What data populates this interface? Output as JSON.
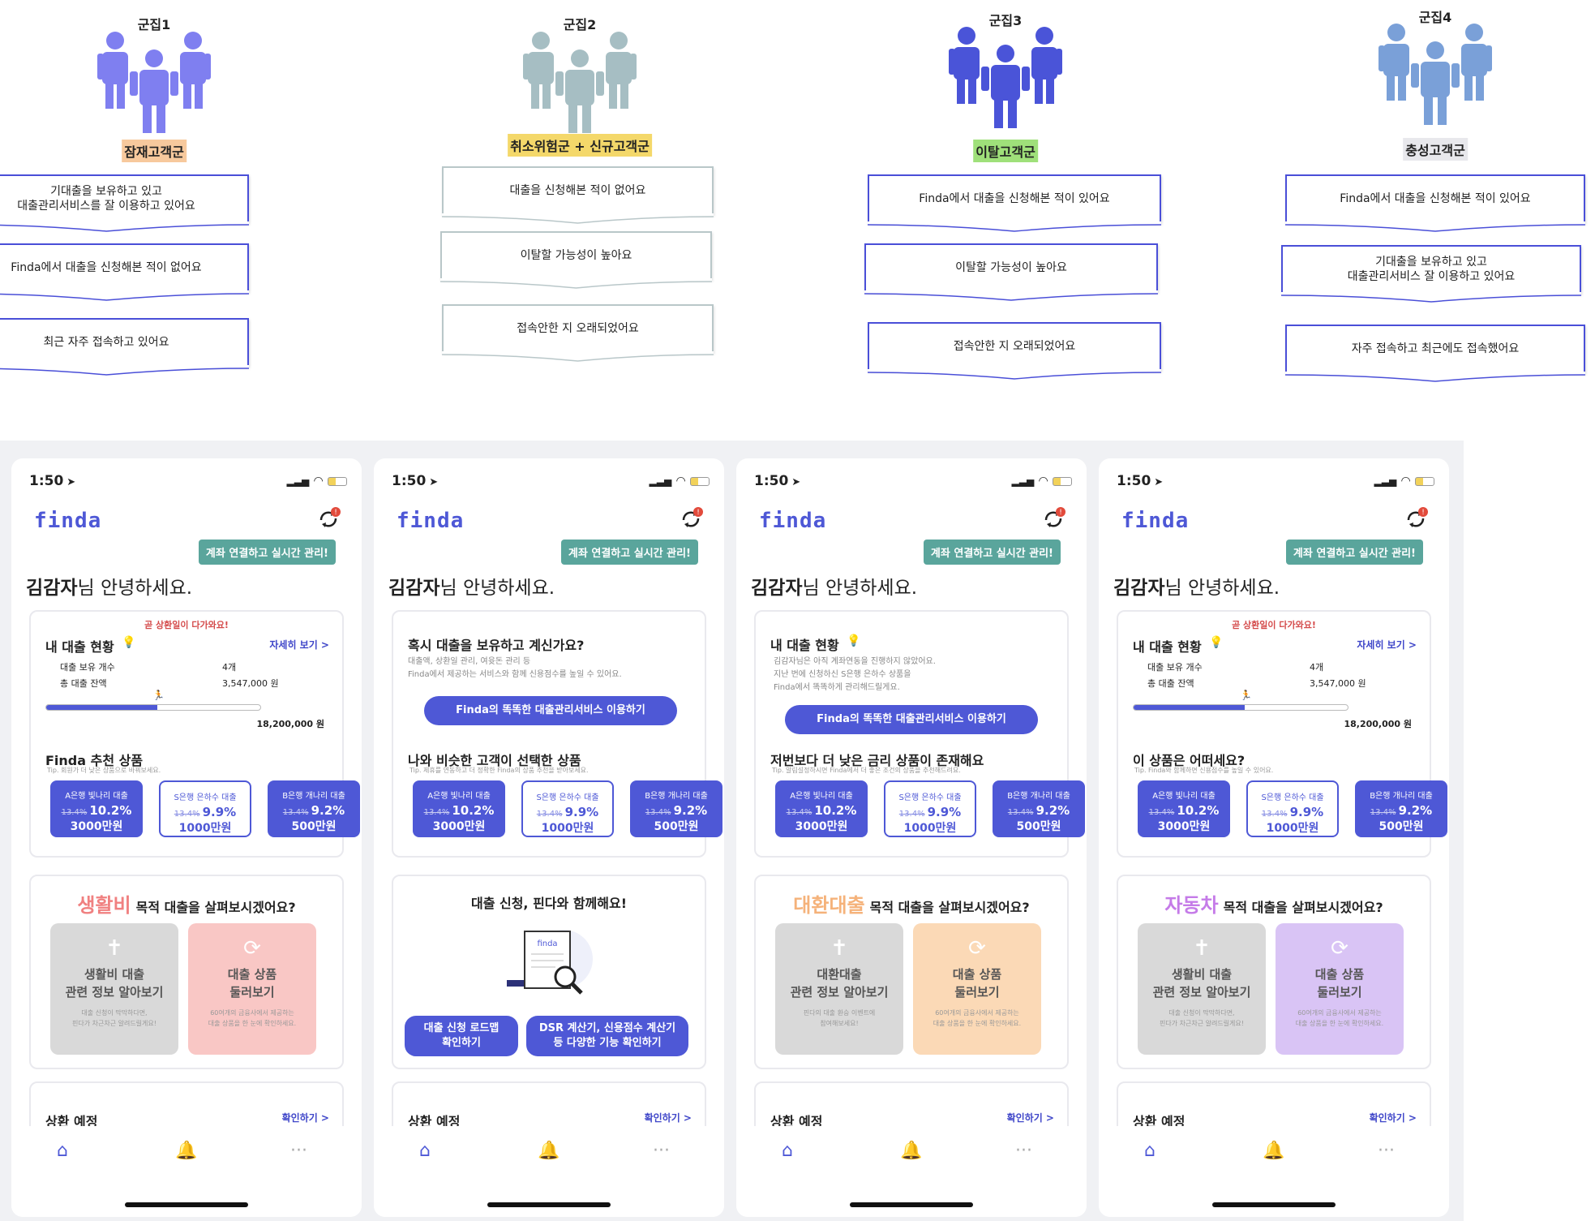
{
  "clusters": [
    {
      "title": "군집1",
      "tag": "잠재고객군",
      "tag_color": "#f7c99d",
      "people_color": "#7f7ff0",
      "style": "blue",
      "cards": [
        "기대출을 보유하고 있고\n대출관리서비스를 잘 이용하고 있어요",
        "Finda에서 대출을 신청해본 적이 없어요",
        "최근 자주 접속하고 있어요"
      ]
    },
    {
      "title": "군집2",
      "tag": "취소위험군 + 신규고객군",
      "tag_color": "#f4d86a",
      "people_color": "#a6bec3",
      "style": "gray",
      "cards": [
        "대출을 신청해본 적이 없어요",
        "이탈할 가능성이 높아요",
        "접속안한 지 오래되었어요"
      ]
    },
    {
      "title": "군집3",
      "tag": "이탈고객군",
      "tag_color": "#9fe07a",
      "people_color": "#4a54d8",
      "style": "blue",
      "cards": [
        "Finda에서 대출을 신청해본 적이 있어요",
        "이탈할 가능성이 높아요",
        "접속안한 지 오래되었어요"
      ]
    },
    {
      "title": "군집4",
      "tag": "충성고객군",
      "tag_color": "#e8e8ec",
      "people_color": "#7aa0d8",
      "style": "blue",
      "cards": [
        "Finda에서 대출을 신청해본 적이 있어요",
        "기대출을 보유하고 있고\n대출관리서비스 잘 이용하고 있어요",
        "자주 접속하고 최근에도 접속했어요"
      ]
    }
  ],
  "phone": {
    "time": "1:50",
    "logo": "finda",
    "bubble": "계좌 연결하고 실시간 관리!",
    "greet_name": "김감자",
    "greet_rest": "님 안녕하세요.",
    "due_soon": "곧 상환일이 다가와요!",
    "loan_status": "내 대출 현황",
    "details": "자세히 보기 >",
    "loan_count_label": "대출 보유 개수",
    "loan_count": "4개",
    "balance_label": "총 대출 잔액",
    "balance": "3,547,000 원",
    "total": "18,200,000 원",
    "progress": 0.52,
    "products": [
      {
        "name": "A은행 빛나리 대출",
        "old": "13.4%",
        "rate": "10.2%",
        "amount": "3000만원"
      },
      {
        "name": "S은행 은하수 대출",
        "old": "13.4%",
        "rate": "9.9%",
        "amount": "1000만원"
      },
      {
        "name": "B은행 개나리 대출",
        "old": "13.4%",
        "rate": "9.2%",
        "amount": "500만원"
      }
    ],
    "tip": "Tip. 회원가 더 낮은 상품으로 바꿔보세요.",
    "repay": "상환 예정",
    "confirm": "확인하기 >",
    "tile_info_sub": "대출 신청이 막막하다면,\n핀다가 차근차근 알려드릴게요!",
    "tile_browse_sub": "60여개의 금융사에서 제공하는\n대출 상품을 한 눈에 확인하세요.",
    "browse": "대출 상품\n둘러보기",
    "nav_more": "···"
  },
  "p1": {
    "rec_title": "Finda 추천 상품",
    "purpose_hl": "생활비",
    "purpose_rest": "목적 대출을 살펴보시겠어요?",
    "info": "생활비 대출\n관련 정보 알아보기",
    "accent": "#f08080",
    "tile_color": "#f9c7c5"
  },
  "p2": {
    "q": "혹시 대출을 보유하고 계신가요?",
    "q_desc": "대출액, 상환일 관리, 여윳돈 관리 등\nFinda에서 제공하는 서비스와 함께 신용점수를 높일 수 있어요.",
    "cta": "Finda의 똑똑한 대출관리서비스 이용하기",
    "similar": "나와 비슷한 고객이 선택한 상품",
    "similar_tip": "Tip. 제휴를 연동하고 더 정확한 Finda의 상품 추천을 받아보세요.",
    "together": "대출 신청, 핀다와 함께해요!",
    "btn_a": "대출 신청 로드맵\n확인하기",
    "btn_b": "DSR 계산기, 신용점수 계산기\n등 다양한 기능 확인하기"
  },
  "p3": {
    "title": "내 대출 현황",
    "desc": "김감자님은 아직 계좌연동을 진행하지 않았어요.\n지난 번에 신청하신 S은행 은하수 상품을\nFinda에서 똑똑하게 관리해드릴게요.",
    "cta": "Finda의 똑똑한 대출관리서비스 이용하기",
    "lower": "저번보다 더 낮은 금리 상품이 존재해요",
    "lower_tip": "Tip. 알림설정하시면 Finda에서 더 좋은 조건의 상품을 추천해드려요.",
    "purpose_hl": "대환대출",
    "purpose_rest": "목적 대출을 살펴보시겠어요?",
    "info": "대환대출\n관련 정보 알아보기",
    "info_sub": "핀다의 대출 환승 이벤트에\n참여해보세요!",
    "accent": "#f5b27a",
    "tile_color": "#fbd9b6"
  },
  "p4": {
    "rec_title": "이 상품은 어떠세요?",
    "tip": "Tip. Finda와 함께하면 신용점수를 높일 수 있어요.",
    "purpose_hl": "자동차",
    "purpose_rest": "목적 대출을 살펴보시겠어요?",
    "info": "생활비 대출\n관련 정보 알아보기",
    "accent": "#c57be8",
    "tile_color": "#d9c4f5"
  }
}
